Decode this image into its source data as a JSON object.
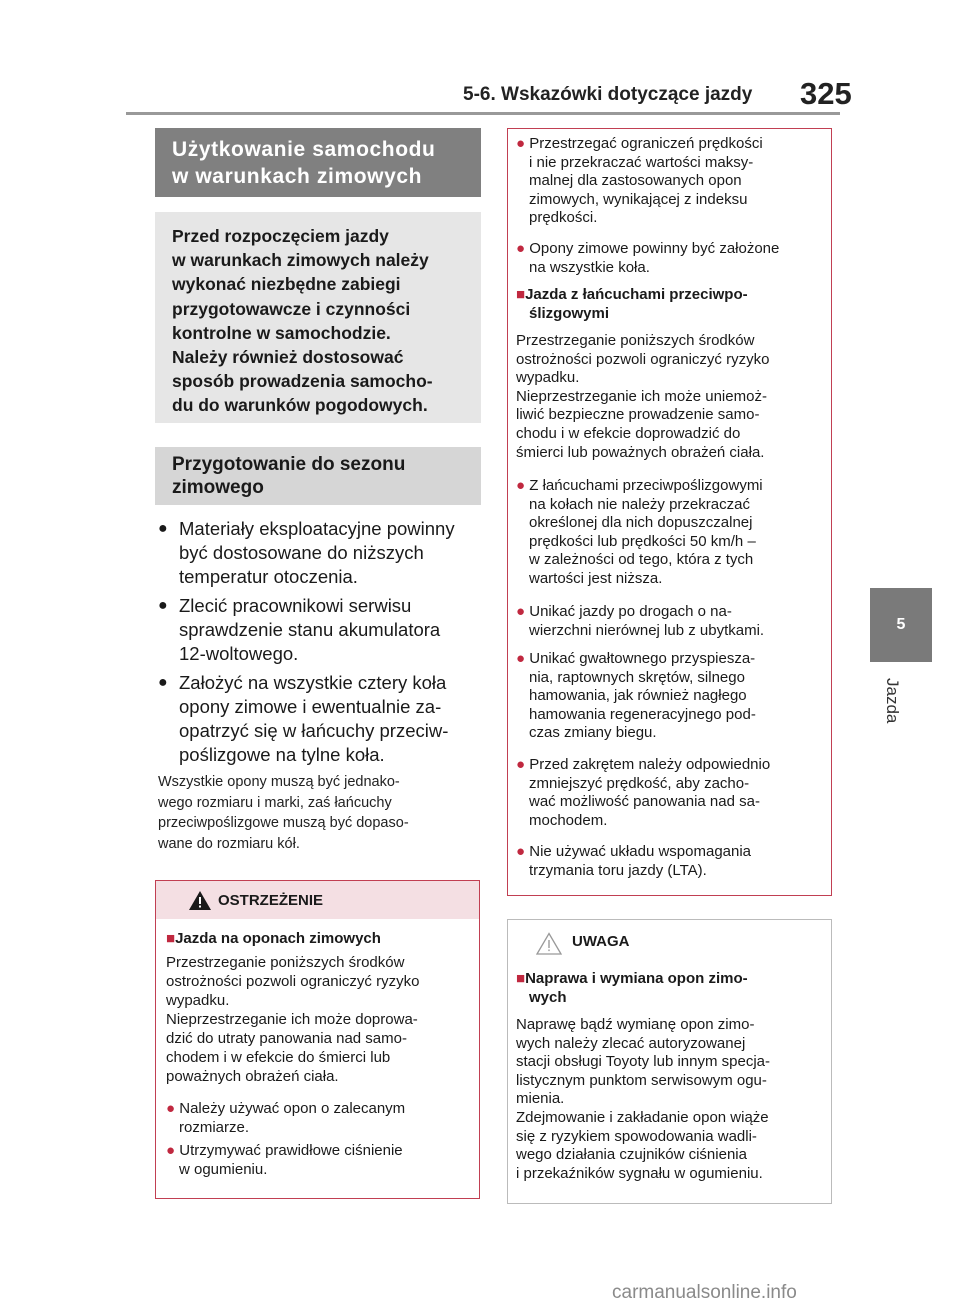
{
  "header": {
    "section": "5-6. Wskazówki dotyczące jazdy",
    "page_number": "325"
  },
  "side_tab": {
    "number": "5",
    "label": "Jazda"
  },
  "title": {
    "line1": "Użytkowanie samochodu",
    "line2": "w warunkach zimowych"
  },
  "intro": [
    "Przed rozpoczęciem jazdy",
    "w warunkach zimowych należy",
    "wykonać niezbędne zabiegi",
    "przygotowawcze i czynności",
    "kontrolne w samochodzie.",
    "Należy również dostosować",
    "sposób prowadzenia samocho-",
    "du do warunków pogodowych."
  ],
  "prep_heading": {
    "line1": "Przygotowanie do sezonu",
    "line2": "zimowego"
  },
  "bullets": [
    [
      "Materiały eksploatacyjne powinny",
      "być dostosowane do niższych",
      "temperatur otoczenia."
    ],
    [
      "Zlecić pracownikowi serwisu",
      "sprawdzenie stanu akumulatora",
      "12-woltowego."
    ],
    [
      "Założyć na wszystkie cztery koła",
      "opony zimowe i ewentualnie za-",
      "opatrzyć się w łańcuchy przeciw-",
      "poślizgowe na tylne koła."
    ]
  ],
  "note": [
    "Wszystkie opony muszą być jednako-",
    "wego rozmiaru i marki, zaś łańcuchy",
    "przeciwpoślizgowe muszą być dopaso-",
    "wane do rozmiaru kół."
  ],
  "warning": {
    "title": "OSTRZEŻENIE",
    "subheading": "Jazda na oponach zimowych",
    "body": [
      "Przestrzeganie poniższych środków",
      "ostrożności pozwoli ograniczyć ryzyko",
      "wypadku.",
      "Nieprzestrzeganie ich może doprowa-",
      "dzić do utraty panowania nad samo-",
      "chodem i w efekcie do śmierci lub",
      "poważnych obrażeń ciała."
    ],
    "items": [
      [
        "Należy używać opon o zalecanym",
        "rozmiarze."
      ],
      [
        "Utrzymywać prawidłowe ciśnienie",
        "w ogumieniu."
      ]
    ]
  },
  "right": {
    "items_top": [
      [
        "Przestrzegać ograniczeń prędkości",
        "i nie przekraczać wartości maksy-",
        "malnej dla zastosowanych opon",
        "zimowych, wynikającej z indeksu",
        "prędkości."
      ],
      [
        "Opony zimowe powinny być założone",
        "na wszystkie koła."
      ]
    ],
    "subheading": [
      "Jazda z łańcuchami przeciwpo-",
      "ślizgowymi"
    ],
    "body": [
      "Przestrzeganie poniższych środków",
      "ostrożności pozwoli ograniczyć ryzyko",
      "wypadku.",
      "Nieprzestrzeganie ich może uniemoż-",
      "liwić bezpieczne prowadzenie samo-",
      "chodu i w efekcie doprowadzić do",
      "śmierci lub poważnych obrażeń ciała."
    ],
    "items": [
      [
        "Z łańcuchami przeciwpoślizgowymi",
        "na kołach nie należy przekraczać",
        "określonej dla nich dopuszczalnej",
        "prędkości lub prędkości 50 km/h –",
        "w zależności od tego, która z tych",
        "wartości jest niższa."
      ],
      [
        "Unikać jazdy po drogach o na-",
        "wierzchni nierównej lub z ubytkami."
      ],
      [
        "Unikać gwałtownego przyspiesza-",
        "nia, raptownych skrętów, silnego",
        "hamowania, jak również nagłego",
        "hamowania regeneracyjnego pod-",
        "czas zmiany biegu."
      ],
      [
        "Przed zakrętem należy odpowiednio",
        "zmniejszyć prędkość, aby zacho-",
        "wać możliwość panowania nad sa-",
        "mochodem."
      ],
      [
        "Nie używać układu wspomagania",
        "trzymania toru jazdy (LTA)."
      ]
    ]
  },
  "uwaga": {
    "title": "UWAGA",
    "subheading": [
      "Naprawa i wymiana opon zimo-",
      "wych"
    ],
    "body": [
      "Naprawę bądź wymianę opon zimo-",
      "wych należy zlecać autoryzowanej",
      "stacji obsługi Toyoty lub innym specja-",
      "listycznym punktom serwisowym ogu-",
      "mienia.",
      "Zdejmowanie i zakładanie opon wiąże",
      "się z ryzykiem spowodowania wadli-",
      "wego działania czujników ciśnienia",
      "i przekaźników sygnału w ogumieniu."
    ]
  },
  "watermark": "carmanualsonline.info",
  "colors": {
    "accent": "#c0283f",
    "title_bg": "#808080",
    "intro_bg": "#e6e6e6"
  }
}
